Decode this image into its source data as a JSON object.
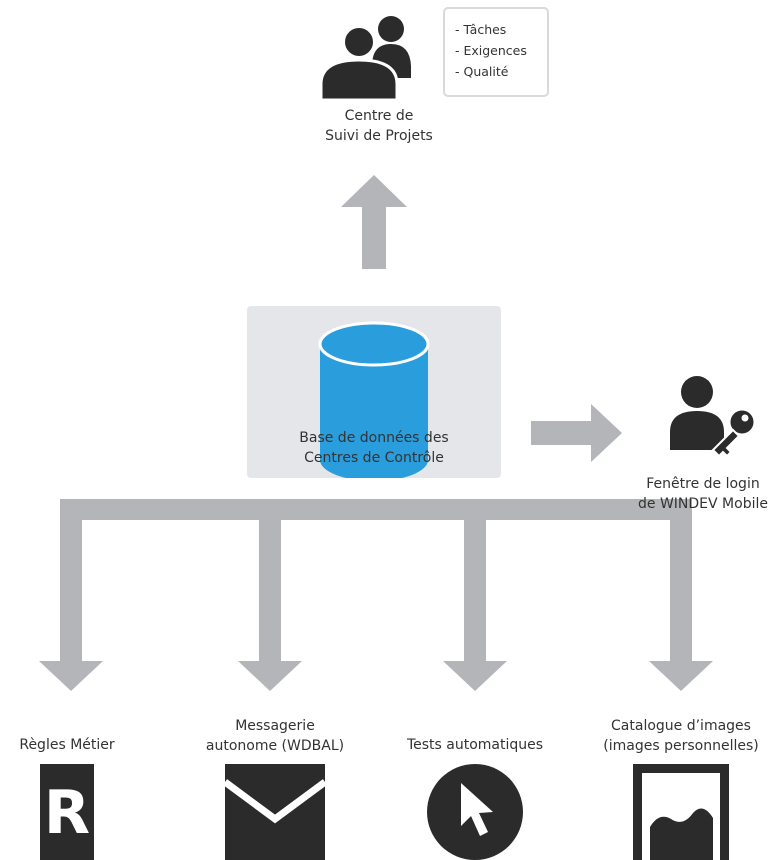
{
  "project_tracking": {
    "label_lines": [
      "Centre de",
      "Suivi de Projets"
    ],
    "tasks": [
      "- Tâches",
      "- Exigences",
      "- Qualité"
    ]
  },
  "database": {
    "label_lines": [
      "Base de données des",
      "Centres de Contrôle"
    ],
    "color": "#2a9ddc"
  },
  "login": {
    "label_lines": [
      "Fenêtre de login",
      "de WINDEV Mobile"
    ]
  },
  "outputs": [
    {
      "label_lines": [
        "Règles Métier"
      ],
      "icon": "r-letter-icon",
      "icon_text": "R"
    },
    {
      "label_lines": [
        "Messagerie",
        "autonome (WDBAL)"
      ],
      "icon": "envelope-icon"
    },
    {
      "label_lines": [
        "Tests automatiques"
      ],
      "icon": "mouse-cursor-icon"
    },
    {
      "label_lines": [
        "Catalogue d’images",
        "(images personnelles)"
      ],
      "icon": "image-icon"
    }
  ],
  "colors": {
    "arrow": "#b4b5b8",
    "icon": "#2b2b2b",
    "box": "#e5e6e9"
  }
}
